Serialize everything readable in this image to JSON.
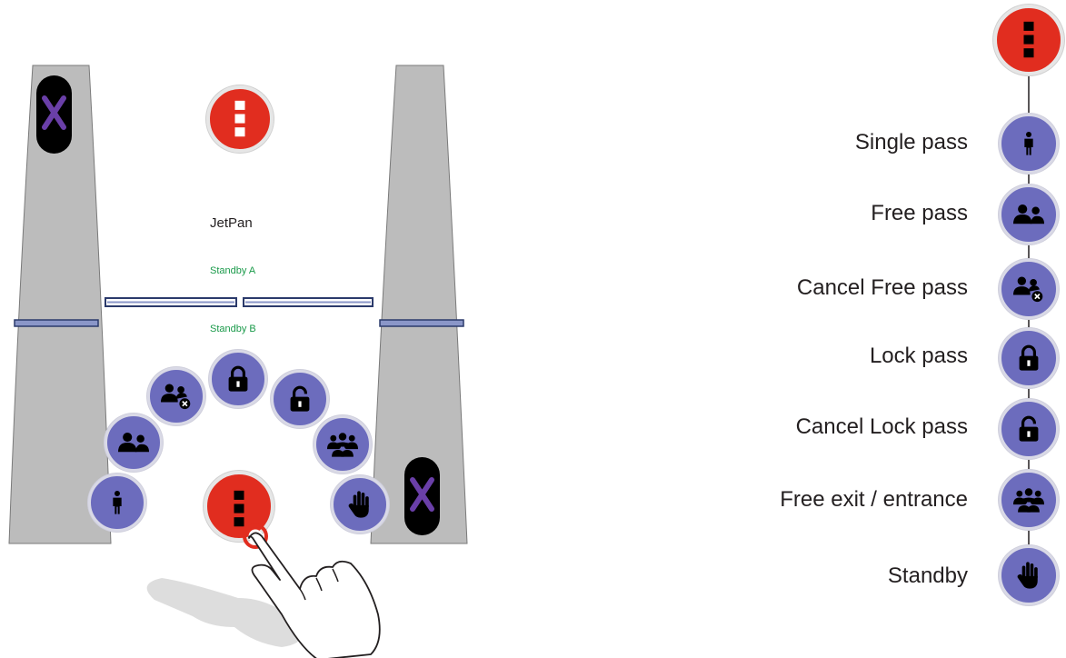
{
  "title": "JetPan",
  "lane_a": "Standby A",
  "lane_b": "Standby B",
  "colors": {
    "menu": "#e12d1f",
    "mode": "#6c6cbd",
    "pillar": "#bcbcbc",
    "lane_text": "#1a9a4a"
  },
  "legend": [
    {
      "label": "Single pass",
      "icon": "person-icon"
    },
    {
      "label": "Free pass",
      "icon": "two-persons-icon"
    },
    {
      "label": "Cancel Free pass",
      "icon": "persons-cancel-icon"
    },
    {
      "label": "Lock pass",
      "icon": "lock-closed-icon"
    },
    {
      "label": "Cancel Lock pass",
      "icon": "lock-open-icon"
    },
    {
      "label": "Free exit / entrance",
      "icon": "group-icon"
    },
    {
      "label": "Standby",
      "icon": "hand-icon"
    }
  ]
}
